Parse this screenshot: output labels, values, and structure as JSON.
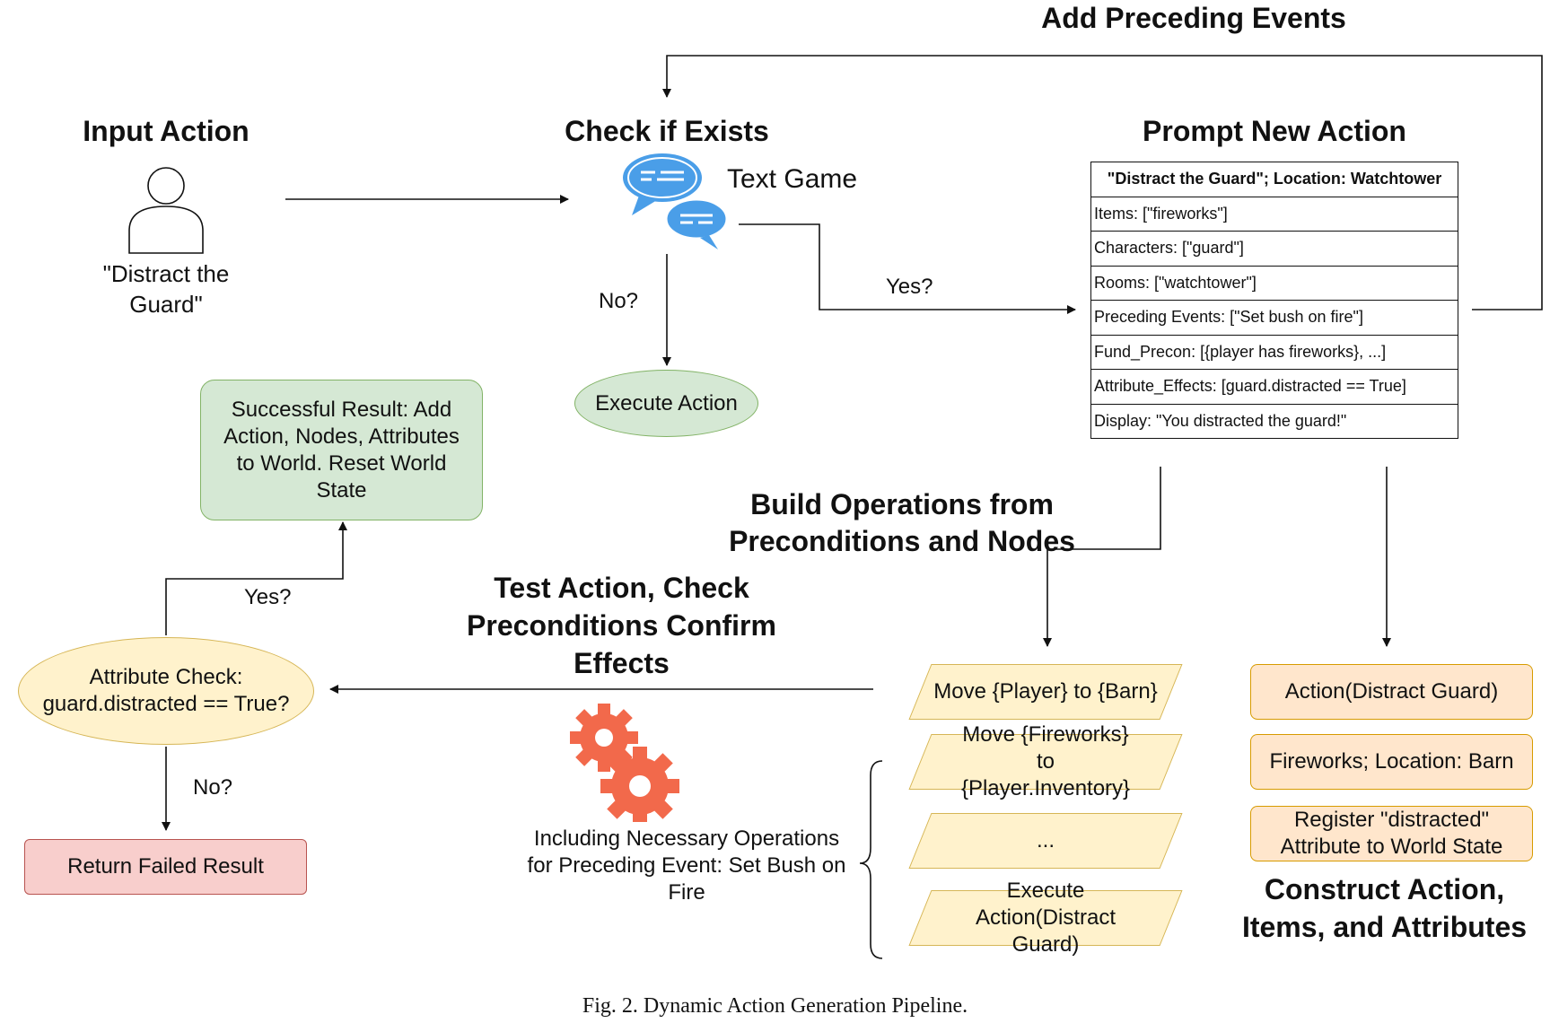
{
  "headings": {
    "add_preceding": "Add Preceding Events",
    "input_action": "Input Action",
    "check_if_exists": "Check if Exists",
    "prompt_new_action": "Prompt New Action",
    "build_ops": "Build Operations from Preconditions and Nodes",
    "test_action": "Test Action, Check Preconditions Confirm Effects",
    "construct": "Construct Action, Items, and Attributes"
  },
  "input_text": "\"Distract the Guard\"",
  "text_game": "Text Game",
  "labels": {
    "yes_prompt": "Yes?",
    "no_execute": "No?",
    "yes_success": "Yes?",
    "no_failed": "No?"
  },
  "execute_action": "Execute Action",
  "success_box": "Successful Result: Add Action, Nodes, Attributes to World. Reset World State",
  "attribute_check": "Attribute Check: guard.distracted == True?",
  "failed_box": "Return Failed Result",
  "prompt_table": {
    "header": "\"Distract the Guard\"; Location: Watchtower",
    "rows": [
      "Items: [\"fireworks\"]",
      "Characters: [\"guard\"]",
      "Rooms: [\"watchtower\"]",
      "Preceding Events: [\"Set bush on fire\"]",
      "Fund_Precon: [{player has fireworks}, ...]",
      "Attribute_Effects: [guard.distracted == True]",
      "Display: \"You distracted the guard!\""
    ]
  },
  "operations": [
    "Move {Player} to {Barn}",
    "Move {Fireworks} to {Player.Inventory}",
    "...",
    "Execute Action(Distract Guard)"
  ],
  "construct_items": [
    "Action(Distract Guard)",
    "Fireworks; Location: Barn",
    "Register \"distracted\" Attribute to World State"
  ],
  "including_text": "Including Necessary Operations for Preceding Event: Set Bush on Fire",
  "caption": "Fig. 2.  Dynamic Action Generation Pipeline.",
  "colors": {
    "green_fill": "#d5e8d4",
    "orange_fill": "#ffe6cc",
    "yellow_fill": "#fff2cc",
    "red_fill": "#f8cecc",
    "chat_blue": "#4a9ee8",
    "gear_red": "#f2694b"
  },
  "icons": [
    "person-icon",
    "chat-bubbles-icon",
    "gears-icon"
  ]
}
